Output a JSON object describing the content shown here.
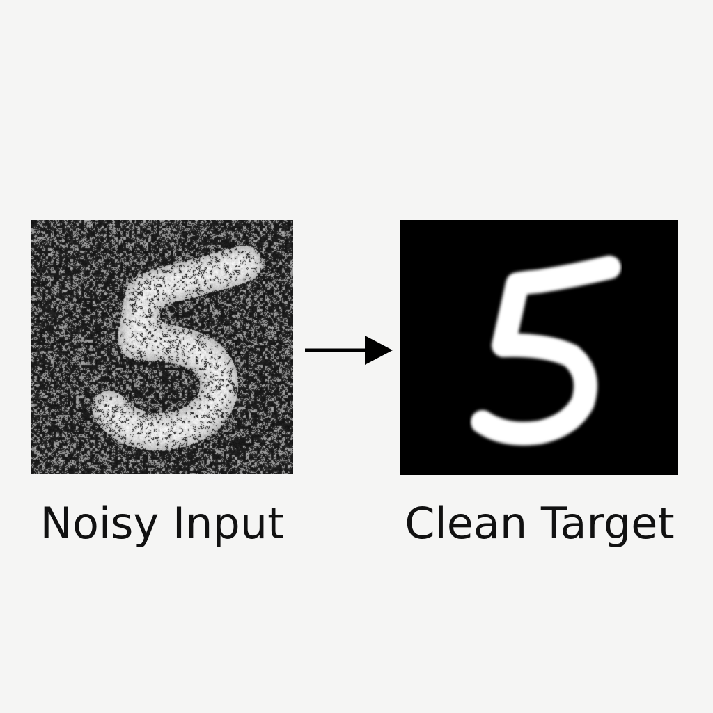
{
  "diagram": {
    "digit": "5",
    "noisy_panel": {
      "caption": "Noisy Input"
    },
    "clean_panel": {
      "caption": "Clean Target"
    },
    "arrow": {
      "direction": "right"
    },
    "colors": {
      "background": "#f5f5f4",
      "panel": "#000000",
      "digit": "#ffffff",
      "caption": "#111111"
    }
  }
}
